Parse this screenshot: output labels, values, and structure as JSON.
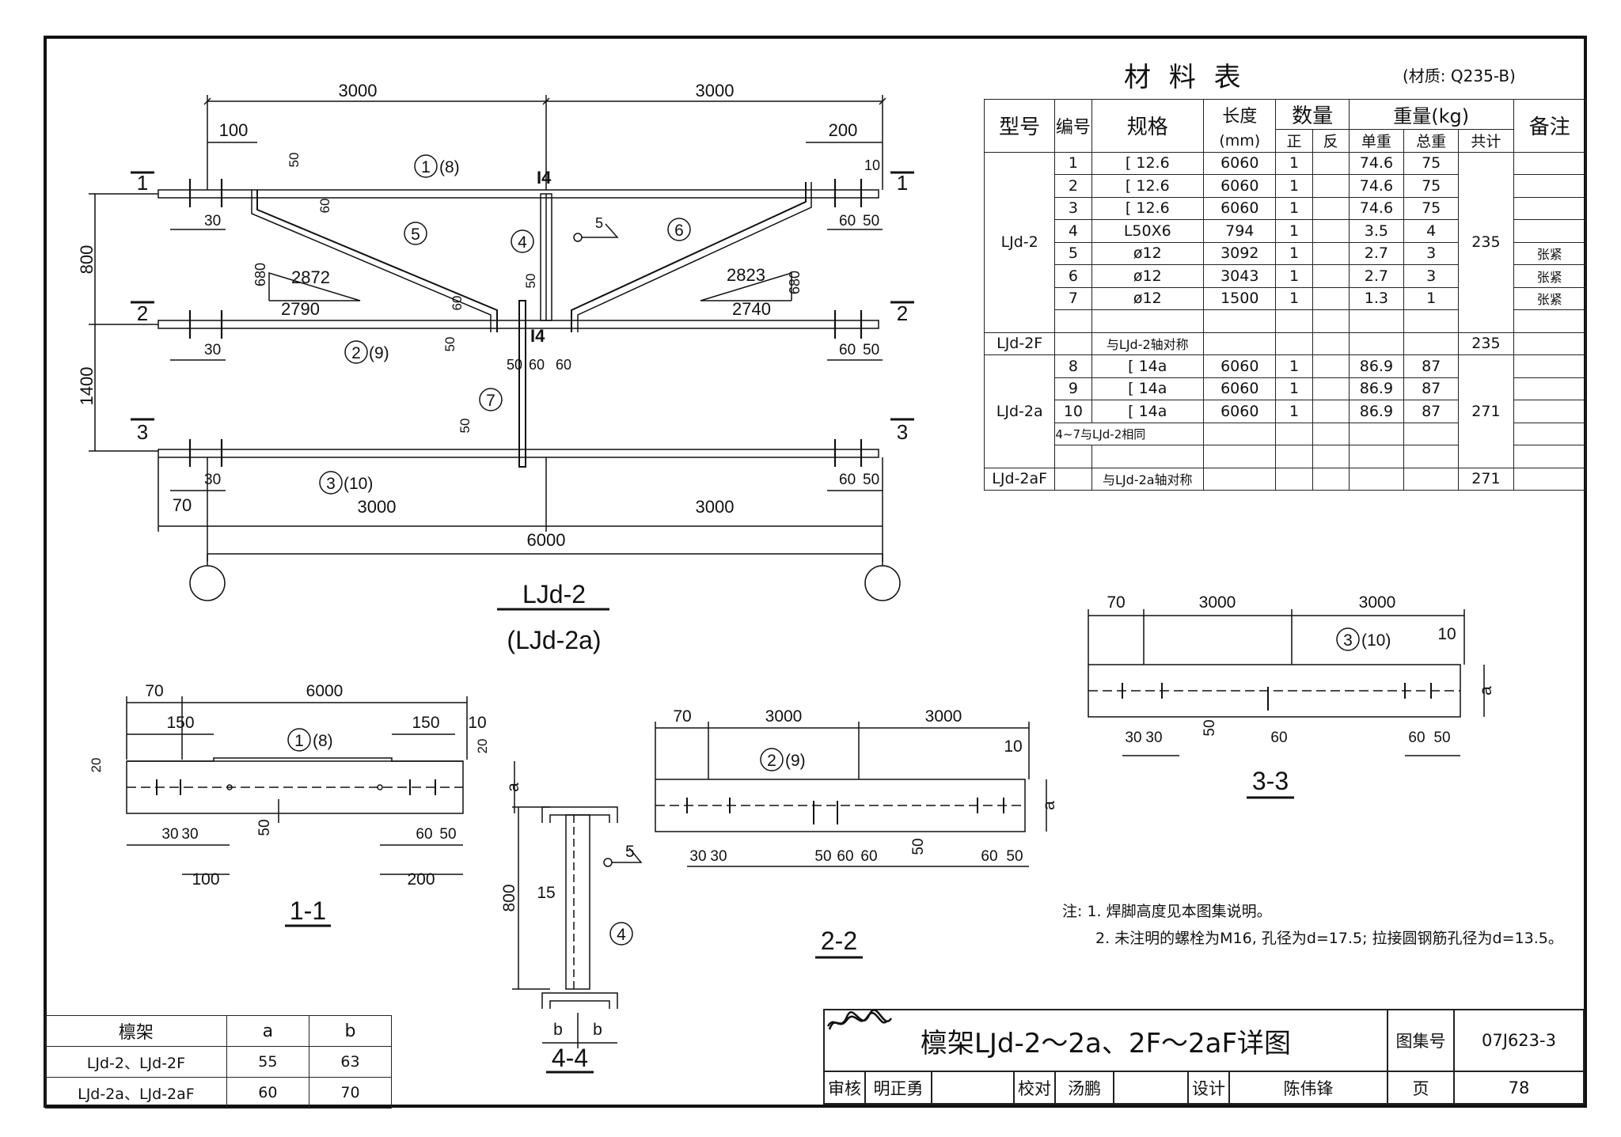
{
  "plan": {
    "dims": {
      "top_left": "3000",
      "top_right": "3000",
      "offset_left": "100",
      "offset_right": "200",
      "span_total": "6000",
      "bottom_left": "3000",
      "bottom_right": "3000",
      "edge_70": "70",
      "edge_10": "10",
      "v_800": "800",
      "v_1400": "1400",
      "d30": "30",
      "d60": "60",
      "d50": "50",
      "slope_l_top": "2872",
      "slope_l_bot": "2790",
      "slope_l_rise": "680",
      "slope_r_top": "2823",
      "slope_r_bot": "2740",
      "slope_r_rise": "680",
      "weld": "5"
    },
    "section_marks": [
      "1",
      "2",
      "3"
    ],
    "marks": {
      "m1": "1",
      "m1b": "(8)",
      "m2": "2",
      "m2b": "(9)",
      "m3": "3",
      "m3b": "(10)",
      "m4": "4",
      "m5": "5",
      "m6": "6",
      "m7": "7",
      "i4": "I4"
    },
    "title": "LJd-2",
    "subtitle": "(LJd-2a)"
  },
  "material_table": {
    "title": "材      料      表",
    "material_note": "(材质: Q235-B)",
    "headers": {
      "type": "型号",
      "no": "编号",
      "spec": "规格",
      "length": "长度",
      "length_unit": "(mm)",
      "qty": "数量",
      "qty_pos": "正",
      "qty_neg": "反",
      "weight": "重量(kg)",
      "unit_w": "单重",
      "total_w": "总重",
      "sum": "共计",
      "remark": "备注"
    },
    "groups": [
      {
        "type": "LJd-2",
        "sum": "235",
        "rows": [
          {
            "no": "1",
            "spec": "[ 12.6",
            "len": "6060",
            "pos": "1",
            "unit": "74.6",
            "total": "75",
            "remark": ""
          },
          {
            "no": "2",
            "spec": "[ 12.6",
            "len": "6060",
            "pos": "1",
            "unit": "74.6",
            "total": "75",
            "remark": ""
          },
          {
            "no": "3",
            "spec": "[ 12.6",
            "len": "6060",
            "pos": "1",
            "unit": "74.6",
            "total": "75",
            "remark": ""
          },
          {
            "no": "4",
            "spec": "L50X6",
            "len": "794",
            "pos": "1",
            "unit": "3.5",
            "total": "4",
            "remark": ""
          },
          {
            "no": "5",
            "spec": "ø12",
            "len": "3092",
            "pos": "1",
            "unit": "2.7",
            "total": "3",
            "remark": "张紧"
          },
          {
            "no": "6",
            "spec": "ø12",
            "len": "3043",
            "pos": "1",
            "unit": "2.7",
            "total": "3",
            "remark": "张紧"
          },
          {
            "no": "7",
            "spec": "ø12",
            "len": "1500",
            "pos": "1",
            "unit": "1.3",
            "total": "1",
            "remark": "张紧"
          }
        ]
      },
      {
        "type": "LJd-2F",
        "sum": "235",
        "note": "与LJd-2轴对称"
      },
      {
        "type": "LJd-2a",
        "sum": "271",
        "rows": [
          {
            "no": "8",
            "spec": "[ 14a",
            "len": "6060",
            "pos": "1",
            "unit": "86.9",
            "total": "87"
          },
          {
            "no": "9",
            "spec": "[ 14a",
            "len": "6060",
            "pos": "1",
            "unit": "86.9",
            "total": "87"
          },
          {
            "no": "10",
            "spec": "[ 14a",
            "len": "6060",
            "pos": "1",
            "unit": "86.9",
            "total": "87"
          }
        ],
        "extra": "4~7与LJd-2相同"
      },
      {
        "type": "LJd-2aF",
        "sum": "271",
        "note": "与LJd-2a轴对称"
      }
    ]
  },
  "section_1_1": {
    "title": "1-1",
    "dims": {
      "d70": "70",
      "d6000": "6000",
      "d150a": "150",
      "d150b": "150",
      "d10": "10",
      "d20a": "20",
      "d20b": "20",
      "d30a": "30",
      "d30b": "30",
      "d50": "50",
      "d60": "60",
      "d50b": "50",
      "d100": "100",
      "d200": "200",
      "a": "a"
    },
    "mark": "1",
    "markb": "(8)"
  },
  "section_2_2": {
    "title": "2-2",
    "dims": {
      "d70": "70",
      "d3000a": "3000",
      "d3000b": "3000",
      "d10": "10",
      "a": "a",
      "d30a": "30",
      "d30b": "30",
      "d50": "50",
      "d60a": "60",
      "d60b": "60",
      "d50b": "50",
      "d60c": "60",
      "d50c": "50"
    },
    "mark": "2",
    "markb": "(9)"
  },
  "section_3_3": {
    "title": "3-3",
    "dims": {
      "d70": "70",
      "d3000a": "3000",
      "d3000b": "3000",
      "d10": "10",
      "a": "a",
      "d30a": "30",
      "d30b": "30",
      "d50": "50",
      "d60": "60",
      "d60b": "60",
      "d50b": "50"
    },
    "mark": "3",
    "markb": "(10)"
  },
  "section_4_4": {
    "title": "4-4",
    "dims": {
      "d800": "800",
      "d15": "15",
      "weld": "5",
      "b1": "b",
      "b2": "b"
    },
    "mark": "4"
  },
  "notes": {
    "lead": "注: 1. 焊脚高度见本图集说明。",
    "line2": "2. 未注明的螺栓为M16, 孔径为d=17.5; 拉接圆钢筋孔径为d=13.5。"
  },
  "ab_table": {
    "headers": [
      "檩架",
      "a",
      "b"
    ],
    "rows": [
      [
        "LJd-2、LJd-2F",
        "55",
        "63"
      ],
      [
        "LJd-2a、LJd-2aF",
        "60",
        "70"
      ]
    ]
  },
  "title_block": {
    "title": "檩架LJd-2～2a、2F～2aF详图",
    "atlas_label": "图集号",
    "atlas_no": "07J623-3",
    "review": "审核",
    "reviewer": "明正勇",
    "check": "校对",
    "checker": "汤鹏",
    "design": "设计",
    "designer": "陈伟锋",
    "page_label": "页",
    "page_no": "78"
  }
}
